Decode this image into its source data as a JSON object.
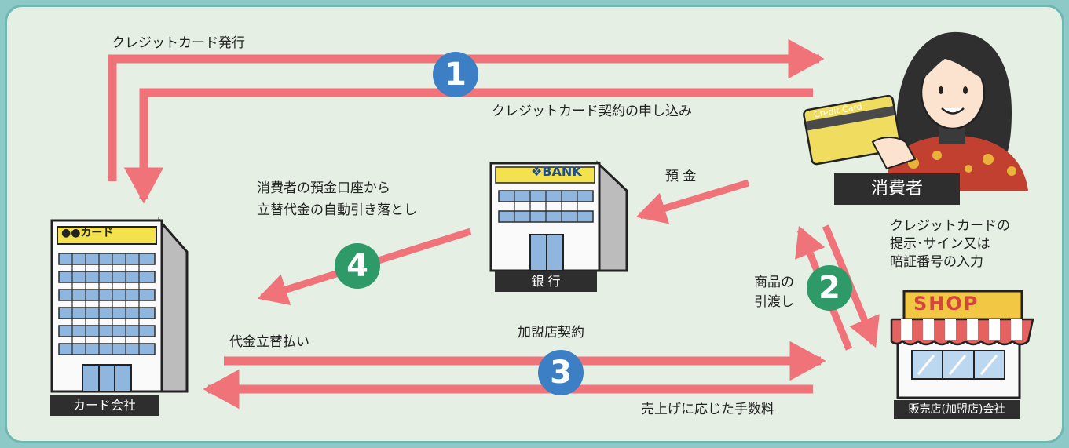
{
  "steps": [
    {
      "number": "1",
      "color": "#3d7fc4"
    },
    {
      "number": "2",
      "color": "#2e9a68"
    },
    {
      "number": "3",
      "color": "#3d7fc4"
    },
    {
      "number": "4",
      "color": "#2e9a68"
    }
  ],
  "labels": {
    "card_issue": "クレジットカード発行",
    "card_application": "クレジットカード契約の申し込み",
    "deposit": "預 金",
    "auto_debit_line1": "消費者の預金口座から",
    "auto_debit_line2": "立替代金の自動引き落とし",
    "present_line1": "クレジットカードの",
    "present_line2": "提示･サイン又は",
    "present_line3": "暗証番号の入力",
    "goods_line1": "商品の",
    "goods_line2": "引渡し",
    "merchant_contract": "加盟店契約",
    "advance_payment": "代金立替払い",
    "commission": "売上げに応じた手数料"
  },
  "nodes": {
    "card_company": {
      "caption": "カード会社",
      "sign": "●●カード"
    },
    "bank": {
      "caption": "銀 行",
      "sign": "❖BANK"
    },
    "consumer": {
      "caption": "消費者",
      "card_text": "Credit Card"
    },
    "shop": {
      "caption": "販売店(加盟店)会社",
      "sign": "SHOP"
    }
  },
  "colors": {
    "arrow": "#ef7379",
    "panel": "#e5efe4",
    "border": "#6fb7b3"
  }
}
